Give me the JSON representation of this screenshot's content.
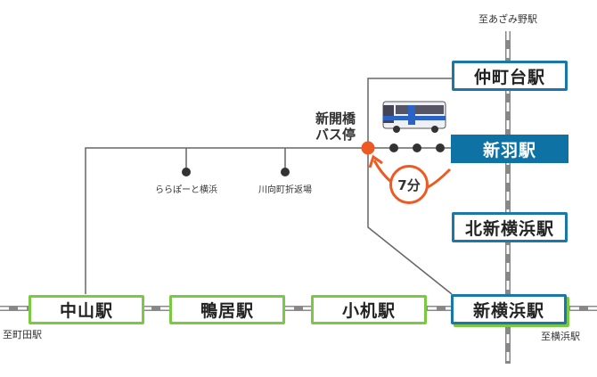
{
  "colors": {
    "jr_green": "#7ac943",
    "subway_blue": "#1a78a8",
    "highlight_blue": "#0e72a4",
    "accent_orange": "#ee5a24",
    "route_gray": "#666666"
  },
  "directions": {
    "north": "至あざみ野駅",
    "west": "至町田駅",
    "south": "至横浜駅"
  },
  "bus_stop": {
    "name_line1": "新開橋",
    "name_line2": "バス停",
    "icon": "bus-icon"
  },
  "travel_time": "7分",
  "route_stops": [
    {
      "label": "ららぽーと横浜"
    },
    {
      "label": "川向町折返場"
    }
  ],
  "stations_subway": [
    {
      "label": "仲町台駅"
    },
    {
      "label": "新羽駅",
      "highlighted": true
    },
    {
      "label": "北新横浜駅"
    },
    {
      "label": "新横浜駅"
    }
  ],
  "stations_jr": [
    {
      "label": "中山駅"
    },
    {
      "label": "鴨居駅"
    },
    {
      "label": "小机駅"
    }
  ]
}
